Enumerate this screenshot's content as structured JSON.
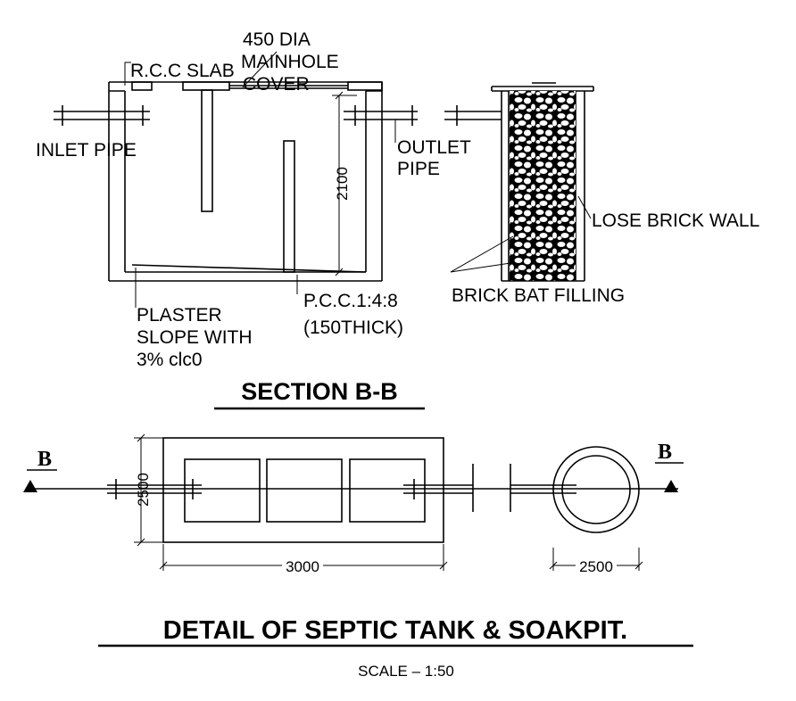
{
  "labels": {
    "manhole": [
      "450 DIA",
      "MAINHOLE",
      "COVER"
    ],
    "rcc_slab": "R.C.C SLAB",
    "inlet_pipe": "INLET PIPE",
    "outlet_pipe": [
      "OUTLET",
      "PIPE"
    ],
    "depth_dim": "2100",
    "plaster": [
      "PLASTER",
      "SLOPE WITH",
      "3% clc0"
    ],
    "pcc": [
      "P.C.C.1:4:8",
      "(150THICK)"
    ],
    "lose_brick_wall": "LOSE BRICK WALL",
    "brick_bat_filling": "BRICK BAT FILLING",
    "section_title": "SECTION B-B",
    "section_marker": "B",
    "plan_width_dim": "2500",
    "plan_length_dim": "3000",
    "soakpit_dia_dim": "2500",
    "main_title": "DETAIL OF  SEPTIC TANK & SOAKPIT.",
    "scale": "SCALE  –  1:50"
  }
}
